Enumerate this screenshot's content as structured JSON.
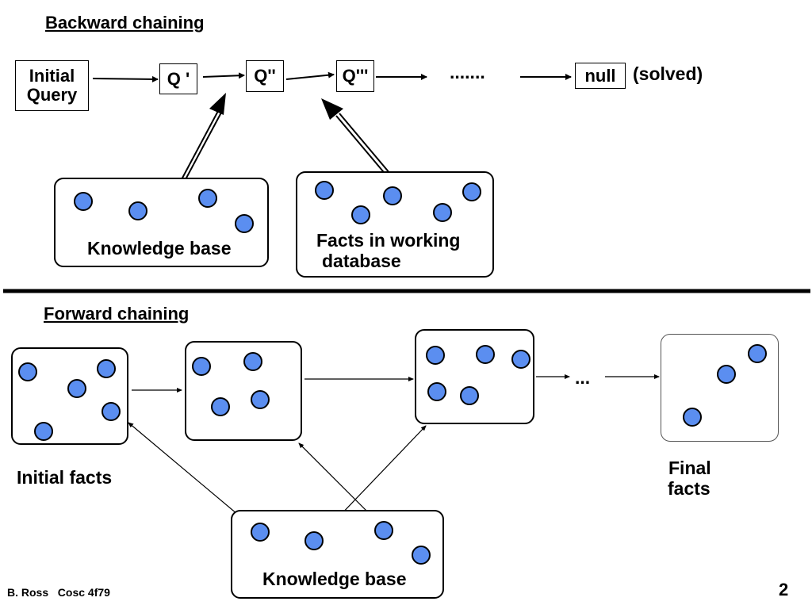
{
  "backward": {
    "heading": "Backward chaining",
    "initial_query_line1": "Initial",
    "initial_query_line2": "Query",
    "q1": "Q '",
    "q2": "Q''",
    "q3": "Q'''",
    "dots": ".......",
    "null_label": "null",
    "solved_label": "(solved)",
    "kb_label": "Knowledge base",
    "facts_line1": "Facts in working",
    "facts_line2": "database"
  },
  "forward": {
    "heading": "Forward chaining",
    "dots": "...",
    "initial_facts": "Initial facts",
    "final_line1": "Final",
    "final_line2": "facts",
    "kb_label": "Knowledge base"
  },
  "footer": {
    "author": "B. Ross",
    "course": "Cosc 4f79",
    "page": "2"
  },
  "colors": {
    "dot_fill": "#5b8ef0",
    "line": "#000000"
  }
}
